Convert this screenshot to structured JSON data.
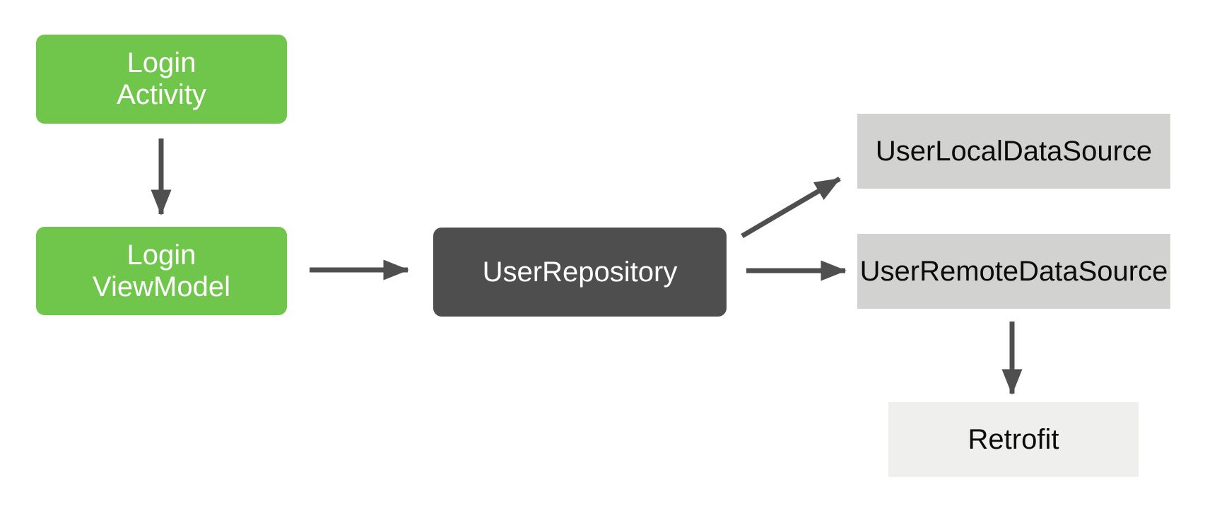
{
  "diagram": {
    "description": "Android app architecture diagram for a login flow",
    "background_color": "#ffffff",
    "colors": {
      "ui_layer_green": "#70C64A",
      "repository_dark_gray": "#4E4E4E",
      "data_source_light_gray": "#D2D2D1",
      "library_lighter_gray": "#EFEFEE",
      "arrow_gray": "#4F4F4F",
      "text_on_color": "#ffffff",
      "text_on_gray": "#0b0b0b"
    },
    "nodes": [
      {
        "id": "login-activity",
        "label": "Login\nActivity",
        "layer": "ui"
      },
      {
        "id": "login-viewmodel",
        "label": "Login\nViewModel",
        "layer": "ui"
      },
      {
        "id": "user-repository",
        "label": "UserRepository",
        "layer": "repository"
      },
      {
        "id": "user-local-data-source",
        "label": "UserLocalDataSource",
        "layer": "data-source"
      },
      {
        "id": "user-remote-data-source",
        "label": "UserRemoteDataSource",
        "layer": "data-source"
      },
      {
        "id": "retrofit",
        "label": "Retrofit",
        "layer": "library"
      }
    ],
    "edges": [
      {
        "from": "login-activity",
        "to": "login-viewmodel",
        "direction": "down"
      },
      {
        "from": "login-viewmodel",
        "to": "user-repository",
        "direction": "right"
      },
      {
        "from": "user-repository",
        "to": "user-local-data-source",
        "direction": "up-right"
      },
      {
        "from": "user-repository",
        "to": "user-remote-data-source",
        "direction": "right"
      },
      {
        "from": "user-remote-data-source",
        "to": "retrofit",
        "direction": "down"
      }
    ]
  }
}
